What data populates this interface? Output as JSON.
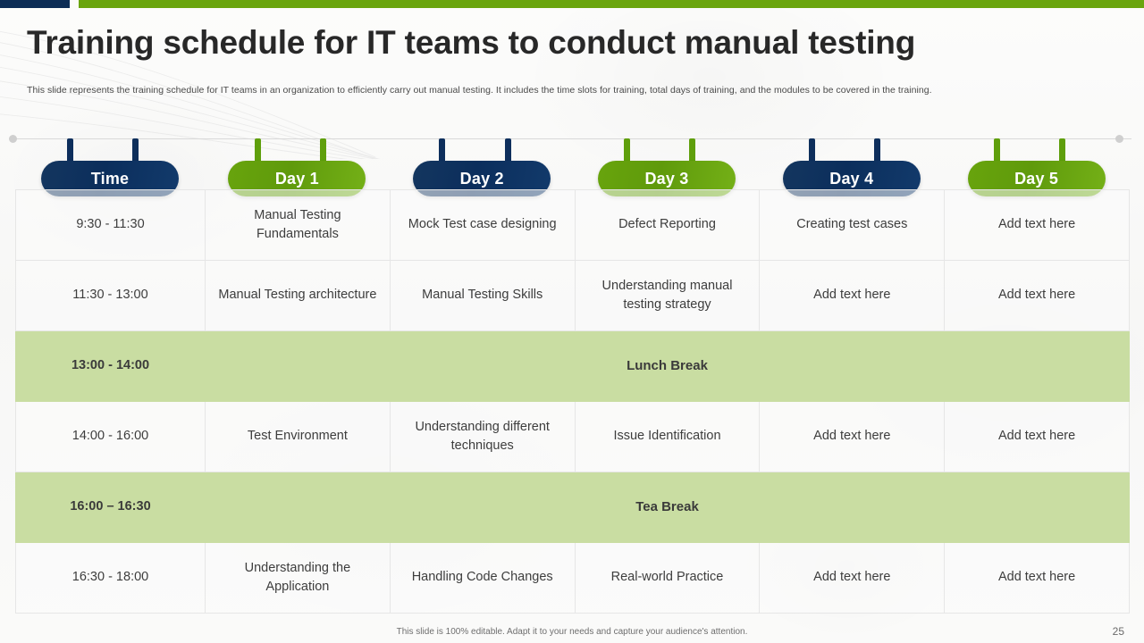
{
  "theme": {
    "navy": "#0d2d56",
    "green": "#6aa50e",
    "break_row_bg": "#c9dda2",
    "text": "#3d3d3d"
  },
  "header": {
    "title": "Training schedule for IT teams to conduct manual testing",
    "subtitle": "This slide represents the  training schedule for IT teams  in an organization to efficiently carry out manual testing. It includes the time slots for training, total days of training, and the  modules to be covered  in the training."
  },
  "columns": [
    {
      "label": "Time",
      "color": "navy"
    },
    {
      "label": "Day 1",
      "color": "green"
    },
    {
      "label": "Day 2",
      "color": "navy"
    },
    {
      "label": "Day 3",
      "color": "green"
    },
    {
      "label": "Day 4",
      "color": "navy"
    },
    {
      "label": "Day 5",
      "color": "green"
    }
  ],
  "rows": [
    {
      "type": "normal",
      "time": "9:30 - 11:30",
      "cells": [
        "Manual Testing Fundamentals",
        "Mock Test case designing",
        "Defect Reporting",
        "Creating test cases",
        "Add text here"
      ]
    },
    {
      "type": "normal",
      "time": "11:30 - 13:00",
      "cells": [
        "Manual Testing architecture",
        "Manual Testing Skills",
        "Understanding manual testing strategy",
        "Add text here",
        "Add text here"
      ]
    },
    {
      "type": "break",
      "time": "13:00 - 14:00",
      "label": "Lunch Break"
    },
    {
      "type": "normal",
      "time": "14:00 - 16:00",
      "cells": [
        "Test Environment",
        "Understanding different techniques",
        "Issue Identification",
        "Add text here",
        "Add text here"
      ]
    },
    {
      "type": "break",
      "time": "16:00 – 16:30",
      "label": "Tea Break"
    },
    {
      "type": "normal",
      "time": "16:30 - 18:00",
      "cells": [
        "Understanding the Application",
        "Handling Code Changes",
        "Real-world Practice",
        "Add text here",
        "Add text here"
      ]
    }
  ],
  "footer": {
    "note": "This slide is 100% editable.  Adapt it to your needs and capture your audience's attention.",
    "page_number": "25"
  }
}
